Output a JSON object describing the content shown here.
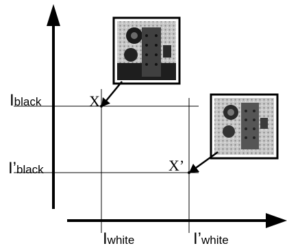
{
  "labels": {
    "i_black": {
      "main": "I",
      "sub": "black"
    },
    "i_black_prime": {
      "main": "I’",
      "sub": "black"
    },
    "i_white": {
      "main": "I",
      "sub": "white"
    },
    "i_white_prime": {
      "main": "I’",
      "sub": "white"
    },
    "point_x": "X",
    "point_x_prime": "X’"
  },
  "thumbnails": [
    {
      "name": "robot-thumbnail-dark",
      "points_to": "X"
    },
    {
      "name": "robot-thumbnail-bright",
      "points_to": "X’"
    }
  ],
  "colors": {
    "ink": "#000000",
    "background": "#ffffff"
  }
}
